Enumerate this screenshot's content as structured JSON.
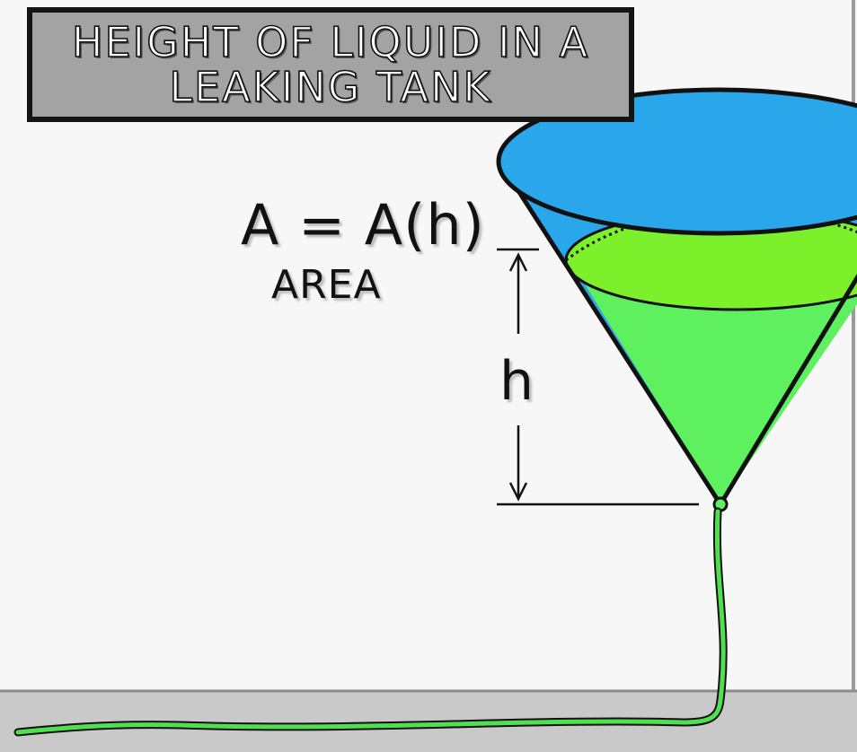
{
  "title": {
    "line1": "HEIGHT OF LIQUID IN A",
    "line2": "LEAKING TANK"
  },
  "labels": {
    "formula": "A = A(h)",
    "area_word": "AREA",
    "height": "h"
  },
  "colors": {
    "tank": "#2aa7ea",
    "liquid_surface": "#7df02c",
    "liquid_body": "#5ef05e",
    "outline": "#111111",
    "frame": "#a3a3a3",
    "ground": "#c9c9c9"
  }
}
